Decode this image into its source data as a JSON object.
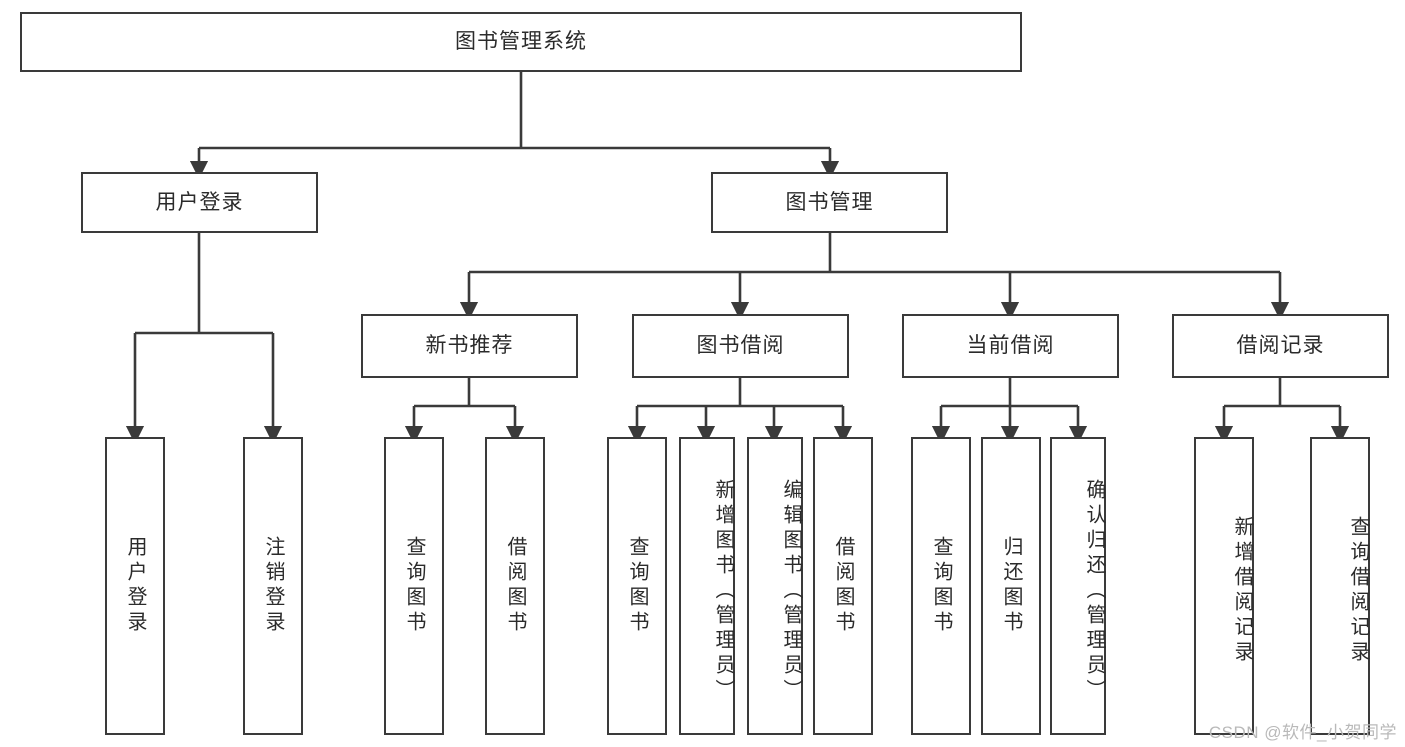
{
  "diagram": {
    "title_node": {
      "label": "图书管理系统"
    },
    "level2": [
      {
        "id": "user-login",
        "label": "用户登录"
      },
      {
        "id": "book-manage",
        "label": "图书管理"
      }
    ],
    "level3": [
      {
        "id": "new-book-recommend",
        "label": "新书推荐"
      },
      {
        "id": "book-borrow",
        "label": "图书借阅"
      },
      {
        "id": "current-borrow",
        "label": "当前借阅"
      },
      {
        "id": "borrow-record",
        "label": "借阅记录"
      }
    ],
    "leaves": [
      {
        "id": "leaf-user-login",
        "label": "用户登录",
        "parent": "user-login"
      },
      {
        "id": "leaf-user-logout",
        "label": "注销登录",
        "parent": "user-login"
      },
      {
        "id": "leaf-query-book-1",
        "label": "查询图书",
        "parent": "new-book-recommend"
      },
      {
        "id": "leaf-borrow-book-1",
        "label": "借阅图书",
        "parent": "new-book-recommend"
      },
      {
        "id": "leaf-query-book-2",
        "label": "查询图书",
        "parent": "book-borrow"
      },
      {
        "id": "leaf-add-book",
        "label": "新增图书（管理员）",
        "parent": "book-borrow"
      },
      {
        "id": "leaf-edit-book",
        "label": "编辑图书（管理员）",
        "parent": "book-borrow"
      },
      {
        "id": "leaf-borrow-book-2",
        "label": "借阅图书",
        "parent": "book-borrow"
      },
      {
        "id": "leaf-query-book-3",
        "label": "查询图书",
        "parent": "current-borrow"
      },
      {
        "id": "leaf-return-book",
        "label": "归还图书",
        "parent": "current-borrow"
      },
      {
        "id": "leaf-confirm-return",
        "label": "确认归还（管理员）",
        "parent": "current-borrow"
      },
      {
        "id": "leaf-add-borrow-record",
        "label": "新增借阅记录",
        "parent": "borrow-record"
      },
      {
        "id": "leaf-query-borrow-record",
        "label": "查询借阅记录",
        "parent": "borrow-record"
      }
    ],
    "watermark": "CSDN @软件_小贺同学",
    "colors": {
      "stroke": "#3a3a3a",
      "background": "#ffffff",
      "text": "#2b2b2b",
      "watermark": "#b9b9b9"
    }
  }
}
